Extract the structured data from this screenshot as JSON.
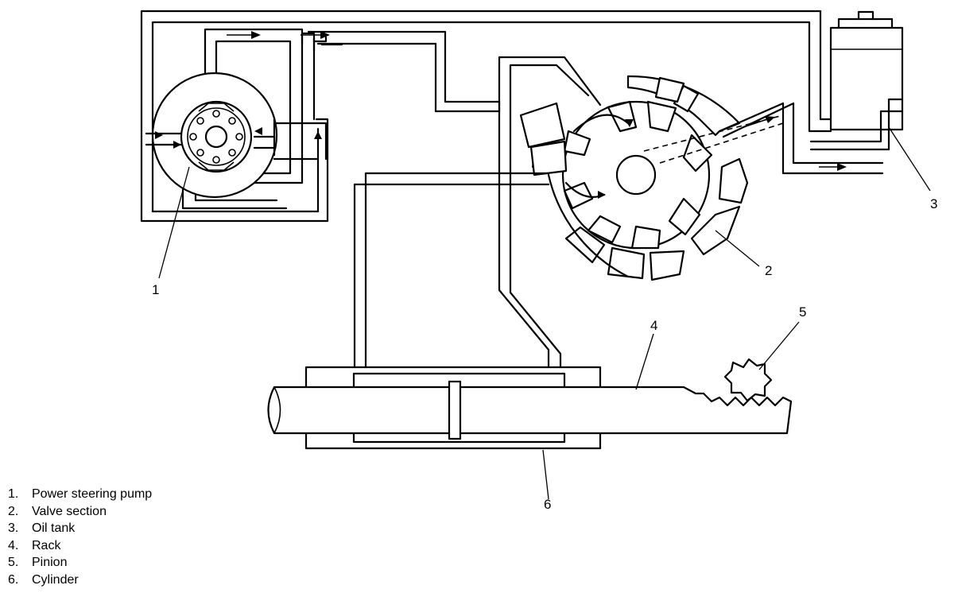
{
  "callouts": [
    {
      "id": "1",
      "text": "1"
    },
    {
      "id": "2",
      "text": "2"
    },
    {
      "id": "3",
      "text": "3"
    },
    {
      "id": "4",
      "text": "4"
    },
    {
      "id": "5",
      "text": "5"
    },
    {
      "id": "6",
      "text": "6"
    }
  ],
  "legend": [
    {
      "num": "1.",
      "label": "Power steering pump"
    },
    {
      "num": "2.",
      "label": "Valve section"
    },
    {
      "num": "3.",
      "label": "Oil tank"
    },
    {
      "num": "4.",
      "label": "Rack"
    },
    {
      "num": "5.",
      "label": "Pinion"
    },
    {
      "num": "6.",
      "label": "Cylinder"
    }
  ]
}
